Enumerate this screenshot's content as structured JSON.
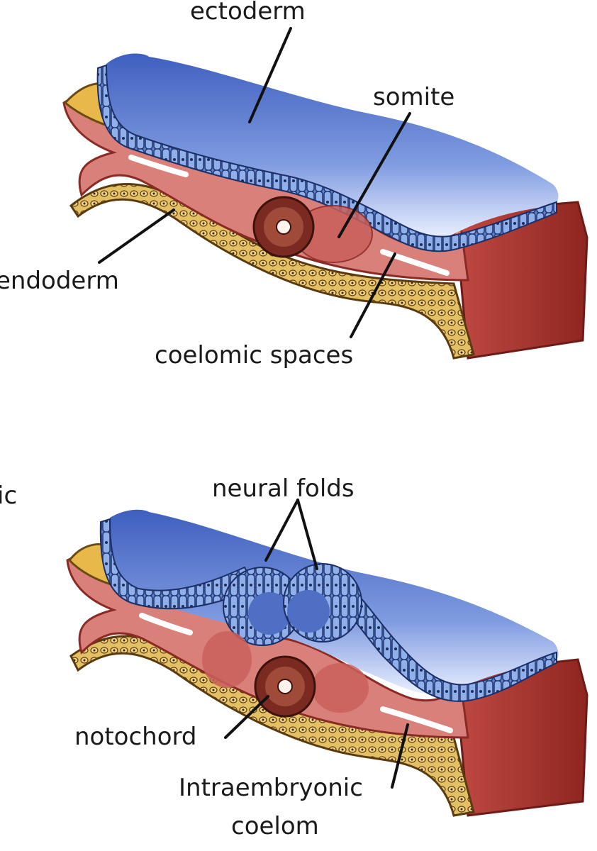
{
  "panels": {
    "top": {
      "labels": {
        "ectoderm": "ectoderm",
        "somite": "somite",
        "endoderm": "endoderm",
        "coelomic_spaces": "coelomic spaces"
      }
    },
    "bottom": {
      "labels": {
        "partial": "ic",
        "neural_folds": "neural folds",
        "notochord": "notochord",
        "intraembryonic_line1": "Intraembryonic",
        "intraembryonic_line2": "coelom"
      }
    }
  },
  "colors": {
    "ectoderm_blue": "#4f6fc4",
    "tissue_pink": "#d9807a",
    "tissue_dark": "#9e2f2a",
    "yolk_yellow": "#e8b94a",
    "notochord_brown": "#7a2a20",
    "label_text": "#1a1a1a"
  }
}
